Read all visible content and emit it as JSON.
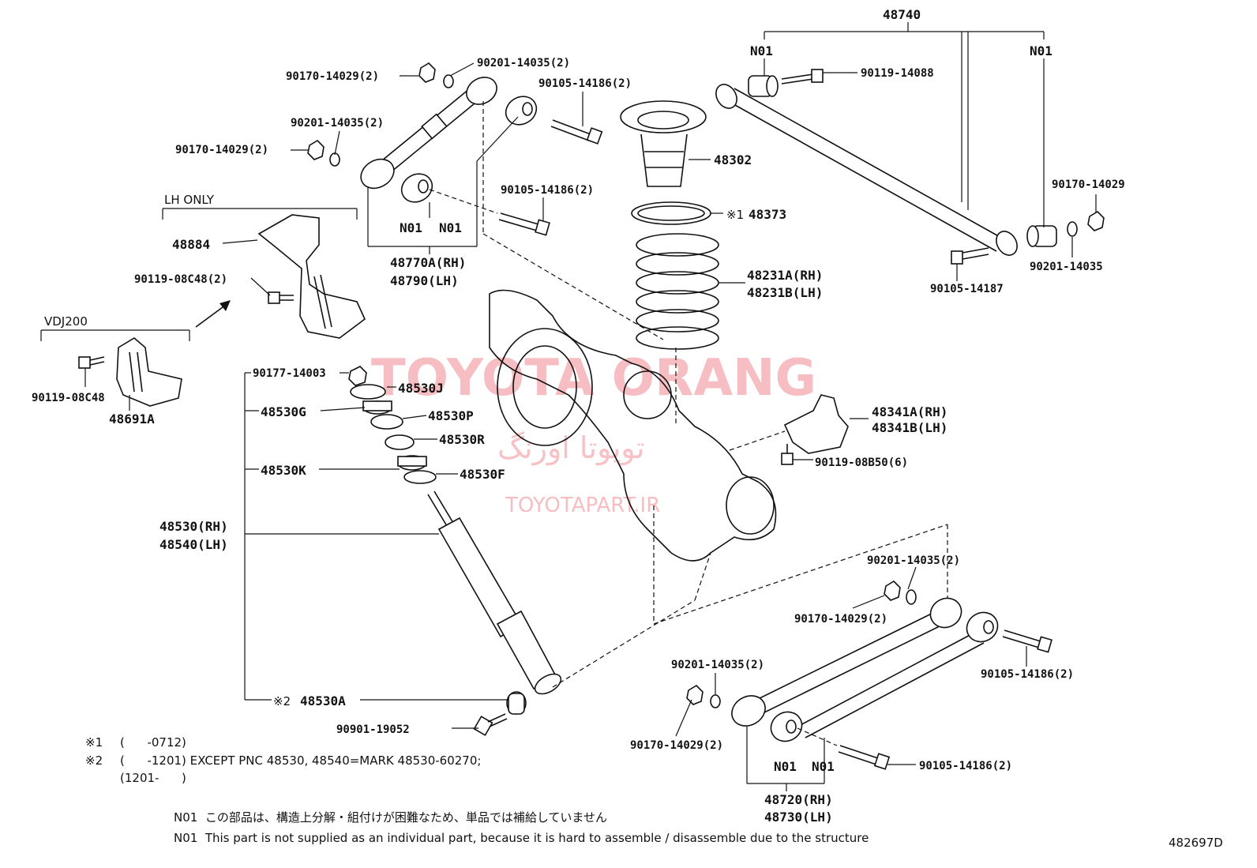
{
  "labels": {
    "upper_arm_group": "48740",
    "n01": "N01",
    "p90119_14088": "90119-14088",
    "p90201_14035_2_top": "90201-14035(2)",
    "p90170_14029_2_top": "90170-14029(2)",
    "p90105_14186_2_a": "90105-14186(2)",
    "p90201_14035_2_b": "90201-14035(2)",
    "p90170_14029_2_b": "90170-14029(2)",
    "p90105_14186_2_b": "90105-14186(2)",
    "p48302": "48302",
    "p48373": "48373",
    "p48373_mark": "※1",
    "p48231a": "48231A(RH)",
    "p48231b": "48231B(LH)",
    "p90170_14029": "90170-14029",
    "p90201_14035": "90201-14035",
    "p90105_14187": "90105-14187",
    "lh_only": "LH ONLY",
    "p48884": "48884",
    "p90119_08c48_2": "90119-08C48(2)",
    "vdj200": "VDJ200",
    "p90119_08c48": "90119-08C48",
    "p48691a": "48691A",
    "p48770a": "48770A(RH)",
    "p48790": "48790(LH)",
    "p90177_14003": "90177-14003",
    "p48530j": "48530J",
    "p48530g": "48530G",
    "p48530p": "48530P",
    "p48530r": "48530R",
    "p48530k": "48530K",
    "p48530f": "48530F",
    "p48530_rh": "48530(RH)",
    "p48540_lh": "48540(LH)",
    "p48530a": "48530A",
    "p48530a_mark": "※2",
    "p90901_19052": "90901-19052",
    "p48341a": "48341A(RH)",
    "p48341b": "48341B(LH)",
    "p90119_08b50": "90119-08B50(6)",
    "p90201_14035_2_c": "90201-14035(2)",
    "p90170_14029_2_c": "90170-14029(2)",
    "p90105_14186_2_c": "90105-14186(2)",
    "p90201_14035_2_d": "90201-14035(2)",
    "p90170_14029_2_d": "90170-14029(2)",
    "p90105_14186_2_d": "90105-14186(2)",
    "p48720": "48720(RH)",
    "p48730": "48730(LH)"
  },
  "notes": {
    "n1_mark": "※1",
    "n1_text": "(      -0712)",
    "n2_mark": "※2",
    "n2_text": "(      -1201) EXCEPT PNC 48530, 48540=MARK 48530-60270;",
    "n2b_text": "(1201-      )",
    "n01_jp": "N01  この部品は、構造上分解・組付けが困難なため、単品では補給していません",
    "n01_en": "N01  This part is not supplied as an individual part, because it is hard to assemble / disassemble due to the structure"
  },
  "diagram_id": "482697D",
  "watermark": {
    "main": "TOYOTA ORANG",
    "persian": "تویوتا اورنگ",
    "site": "TOYOTAPART.IR"
  },
  "colors": {
    "line": "#111111",
    "watermark": "#f4a8ae"
  }
}
